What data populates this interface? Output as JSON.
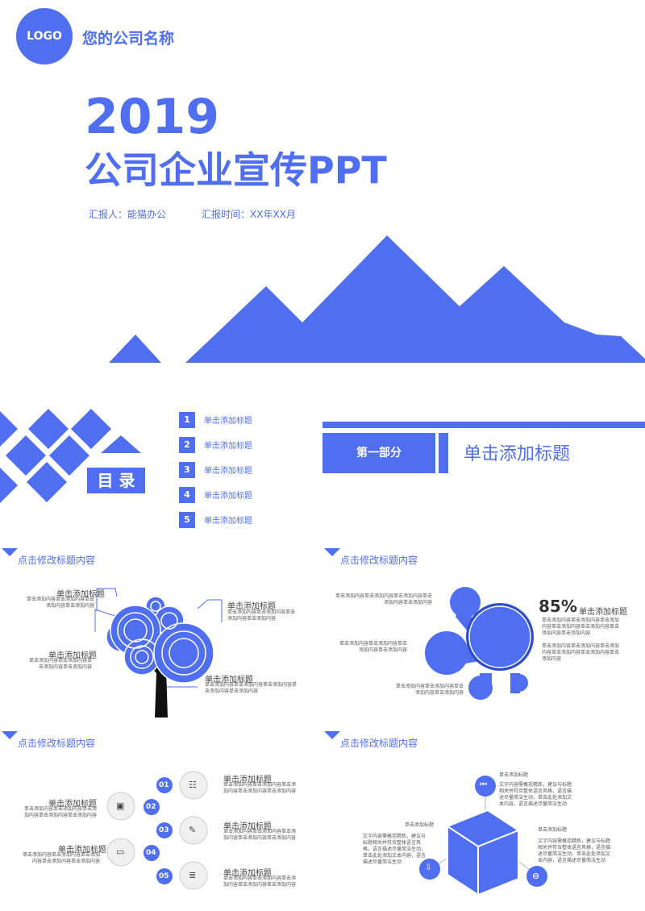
{
  "cover": {
    "logo": "LOGO",
    "company": "您的公司名称",
    "year": "2019",
    "title": "公司企业宣传PPT",
    "reporter": "汇报人：能猫办公",
    "time": "汇报时间：XX年XX月"
  },
  "toc": {
    "title": "目 录",
    "items": [
      {
        "n": "1",
        "label": "单击添加标题"
      },
      {
        "n": "2",
        "label": "单击添加标题"
      },
      {
        "n": "3",
        "label": "单击添加标题"
      },
      {
        "n": "4",
        "label": "单击添加标题"
      },
      {
        "n": "5",
        "label": "单击添加标题"
      }
    ]
  },
  "section": {
    "part": "第一部分",
    "title": "单击添加标题"
  },
  "slide_tree": {
    "heading": "点击修改标题内容",
    "items": [
      {
        "title": "单击添加标题",
        "body": "单击添加内容单击添加内容单击添加内容单击添加内容"
      },
      {
        "title": "单击添加标题",
        "body": "单击添加内容单击添加内容单击添加内容单击添加内容"
      },
      {
        "title": "单击添加标题",
        "body": "单击添加内容单击添加内容单击添加内容单击添加内容"
      },
      {
        "title": "单击添加标题",
        "body": "单击添加内容单击添加内容单击添加内容单击添加内容单击添加内容"
      }
    ]
  },
  "slide_circles": {
    "heading": "点击修改标题内容",
    "percent": "85%",
    "title": "单击添加标题",
    "body1": "单击添加内容单击添加内容单击添加内容单击添加内容单击添加内容单击添加内容单击添加内容",
    "body2": "单击添加内容单击添加内容单击添加内容单击添加内容单击添加内容单击添加内容",
    "left": [
      "单击添加内容单击添加内容单击添加内容单击添加内容单击添加内容",
      "单击添加内容单击添加内容单击添加内容单击添加内容",
      "单击添加内容单击添加内容单击添加内容单击添加内容"
    ]
  },
  "slide_steps": {
    "heading": "点击修改标题内容",
    "steps": [
      {
        "n": "01",
        "title": "单击添加标题",
        "body": "单击添加内容单击添加内容单击添加内容单击添加内容单击添加内容"
      },
      {
        "n": "02",
        "title": "单击添加标题",
        "body": "单击添加内容单击添加内容单击添加内容单击添加内容单击添加内容"
      },
      {
        "n": "03",
        "title": "单击添加标题",
        "body": "单击添加内容单击添加内容单击添加内容单击添加内容单击添加内容"
      },
      {
        "n": "04",
        "title": "单击添加标题",
        "body": "单击添加内容单击添加内容单击添加内容单击添加内容单击添加内容"
      },
      {
        "n": "05",
        "title": "单击添加标题",
        "body": "单击添加内容单击添加内容单击添加内容单击添加内容单击添加内容"
      }
    ]
  },
  "slide_cube": {
    "heading": "点击修改标题内容",
    "items": [
      {
        "title": "单击添加标题",
        "body": "文字内容需概括精炼，建议与标题相关并符合整体语言风格，语言描述尽量简洁生动，单击此处添加文本内容，语言描述尽量简洁生动"
      },
      {
        "title": "单击添加标题",
        "body": "文字内容需概括精炼，建议与标题相关并符合整体语言风格，语言描述尽量简洁生动，单击此处添加文本内容，语言描述尽量简洁生动"
      },
      {
        "title": "单击添加标题",
        "body": "文字内容需概括精炼，建议与标题相关并符合整体语言风格，语言描述尽量简洁生动，单击此处添加文本内容，语言描述尽量简洁生动"
      }
    ]
  },
  "colors": {
    "accent": "#4f6ef0"
  }
}
